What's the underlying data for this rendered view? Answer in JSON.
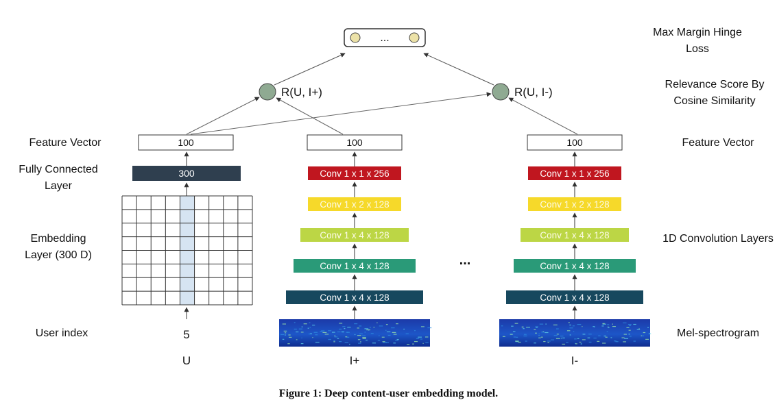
{
  "diagram": {
    "left_labels": {
      "feature_vector": "Feature Vector",
      "fully_connected": "Fully Connected Layer",
      "embedding": "Embedding Layer (300 D)",
      "user_index": "User index"
    },
    "right_labels": {
      "loss": "Max Margin Hinge Loss",
      "relevance": "Relevance Score By Cosine Similarity",
      "feature_vector": "Feature Vector",
      "conv_layers": "1D Convolution Layers",
      "mel": "Mel-spectrogram"
    },
    "user_column": {
      "fv": "100",
      "fc": "300",
      "index_value": "5",
      "name": "U"
    },
    "pos_column": {
      "fv": "100",
      "name": "I+",
      "layers": [
        "Conv 1 x 1 x 256",
        "Conv 1 x 2 x 128",
        "Conv 1 x 4 x 128",
        "Conv 1 x 4 x 128",
        "Conv 1 x 4 x 128"
      ]
    },
    "neg_column": {
      "fv": "100",
      "name": "I-",
      "layers": [
        "Conv 1 x 1 x 256",
        "Conv 1 x 2 x 128",
        "Conv 1 x 4 x 128",
        "Conv 1 x 4 x 128",
        "Conv 1 x 4 x 128"
      ]
    },
    "scores": {
      "pos": "R(U, I+)",
      "neg": "R(U, I-)"
    },
    "output_ellipsis": "...",
    "between_ellipsis": "...",
    "layer_colors": [
      "#c0161f",
      "#f6d92a",
      "#bcd645",
      "#2a9a78",
      "#17485e"
    ],
    "fc_color": "#2f3f4f",
    "score_node_color": "#8faa92",
    "output_node_color": "#ece2a8"
  },
  "caption": "Figure 1: Deep content-user embedding model."
}
